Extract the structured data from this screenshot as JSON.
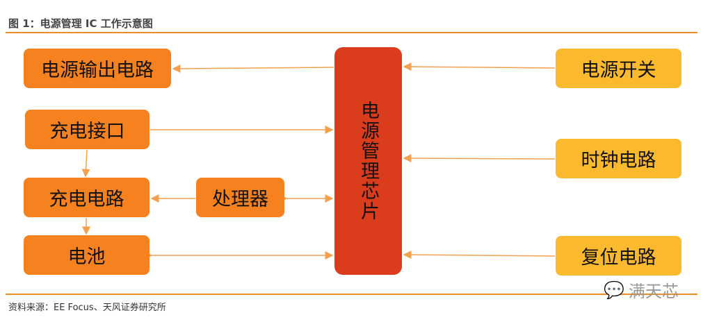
{
  "title": "图 1：电源管理 IC 工作示意图",
  "diagram": {
    "center": "电源管理芯片",
    "left": [
      "电源输出电路",
      "充电接口",
      "充电电路",
      "电池"
    ],
    "processor": "处理器",
    "right": [
      "电源开关",
      "时钟电路",
      "复位电路"
    ]
  },
  "colors": {
    "orange": "#F5821F",
    "red": "#DB3C1C",
    "yellow": "#FBB92E",
    "arrow": "#F5A050"
  },
  "source": "资料来源：EE Focus、天风证券研究所",
  "watermark": "满天芯"
}
